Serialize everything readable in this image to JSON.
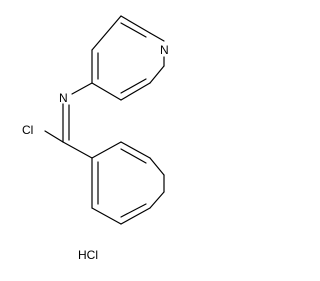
{
  "molecule": {
    "atoms": {
      "pyridine_n": "N",
      "imine_n": "N",
      "chlorine": "Cl"
    },
    "salt": "HCl"
  }
}
